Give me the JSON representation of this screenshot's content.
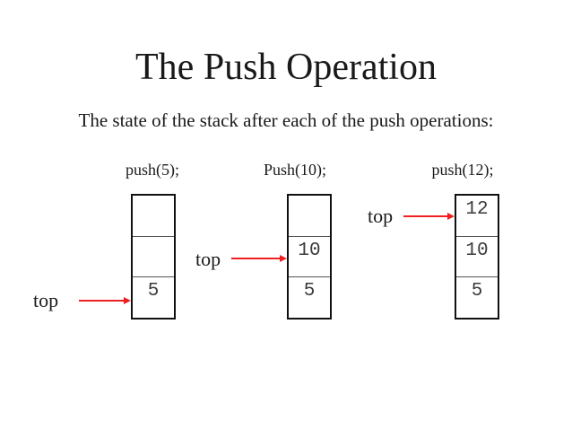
{
  "slide": {
    "title": "The Push Operation",
    "subtitle": "The state of the stack after each of the push operations:"
  },
  "diagram": {
    "stacks": [
      {
        "label": "push(5);",
        "cells": [
          "",
          "",
          "5"
        ],
        "top_pointer": {
          "label": "top",
          "points_to_cell": 2
        }
      },
      {
        "label": "Push(10);",
        "cells": [
          "",
          "10",
          "5"
        ],
        "top_pointer": {
          "label": "top",
          "points_to_cell": 1
        }
      },
      {
        "label": "push(12);",
        "cells": [
          "12",
          "10",
          "5"
        ],
        "top_pointer": {
          "label": "top",
          "points_to_cell": 0
        }
      }
    ]
  },
  "colors": {
    "background": "#ffffff",
    "text": "#1a1a1a",
    "cell_value": "#3a3a3a",
    "stack_border": "#111111",
    "cell_divider": "#555555",
    "arrow_red": "#ee2020"
  }
}
